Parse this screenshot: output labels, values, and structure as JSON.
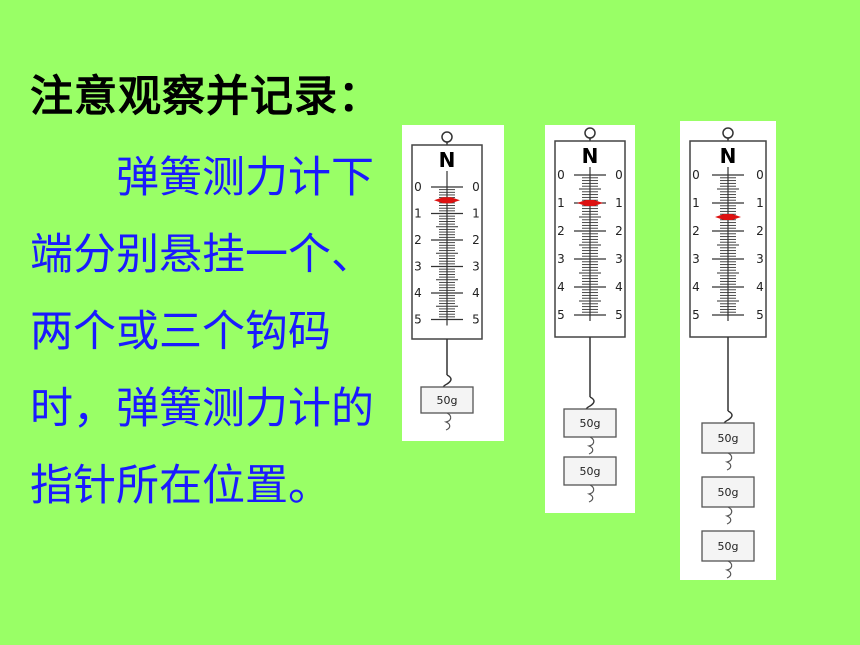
{
  "heading": "注意观察并记录：",
  "body_text": "弹簧测力计下端分别悬挂一个、两个或三个钩码时，弹簧测力计的指针所在位置。",
  "scale": {
    "unit_label": "N",
    "tick_labels": [
      "0",
      "1",
      "2",
      "3",
      "4",
      "5"
    ],
    "pointer_color": "#dd1111"
  },
  "scales": [
    {
      "weights": [
        "50g"
      ],
      "reading": 0.5
    },
    {
      "weights": [
        "50g",
        "50g"
      ],
      "reading": 1.0
    },
    {
      "weights": [
        "50g",
        "50g",
        "50g"
      ],
      "reading": 1.5
    }
  ]
}
